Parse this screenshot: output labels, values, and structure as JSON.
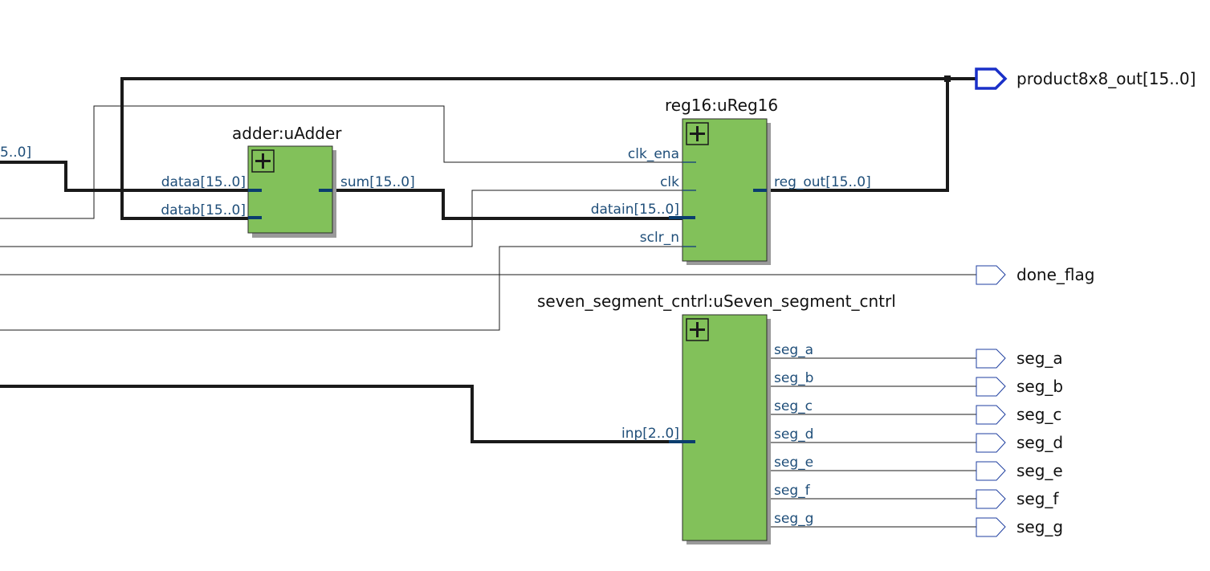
{
  "left_edge_label": "5..0]",
  "blocks": {
    "adder": {
      "name": "adder:uAdder",
      "ports": {
        "dataa": "dataa[15..0]",
        "datab": "datab[15..0]",
        "sum": "sum[15..0]"
      }
    },
    "reg16": {
      "name": "reg16:uReg16",
      "ports": {
        "clk_ena": "clk_ena",
        "clk": "clk",
        "datain": "datain[15..0]",
        "sclr_n": "sclr_n",
        "reg_out": "reg_out[15..0]"
      }
    },
    "seven_seg": {
      "name": "seven_segment_cntrl:uSeven_segment_cntrl",
      "ports": {
        "inp": "inp[2..0]",
        "seg_a": "seg_a",
        "seg_b": "seg_b",
        "seg_c": "seg_c",
        "seg_d": "seg_d",
        "seg_e": "seg_e",
        "seg_f": "seg_f",
        "seg_g": "seg_g"
      }
    }
  },
  "outputs": {
    "product": "product8x8_out[15..0]",
    "done_flag": "done_flag",
    "seg_a": "seg_a",
    "seg_b": "seg_b",
    "seg_c": "seg_c",
    "seg_d": "seg_d",
    "seg_e": "seg_e",
    "seg_f": "seg_f",
    "seg_g": "seg_g"
  },
  "colors": {
    "block_fill": "#82c15a",
    "port_label": "#1f4e79",
    "bus_pin_outline": "#1a30c8",
    "wire": "#1a1a1a"
  }
}
